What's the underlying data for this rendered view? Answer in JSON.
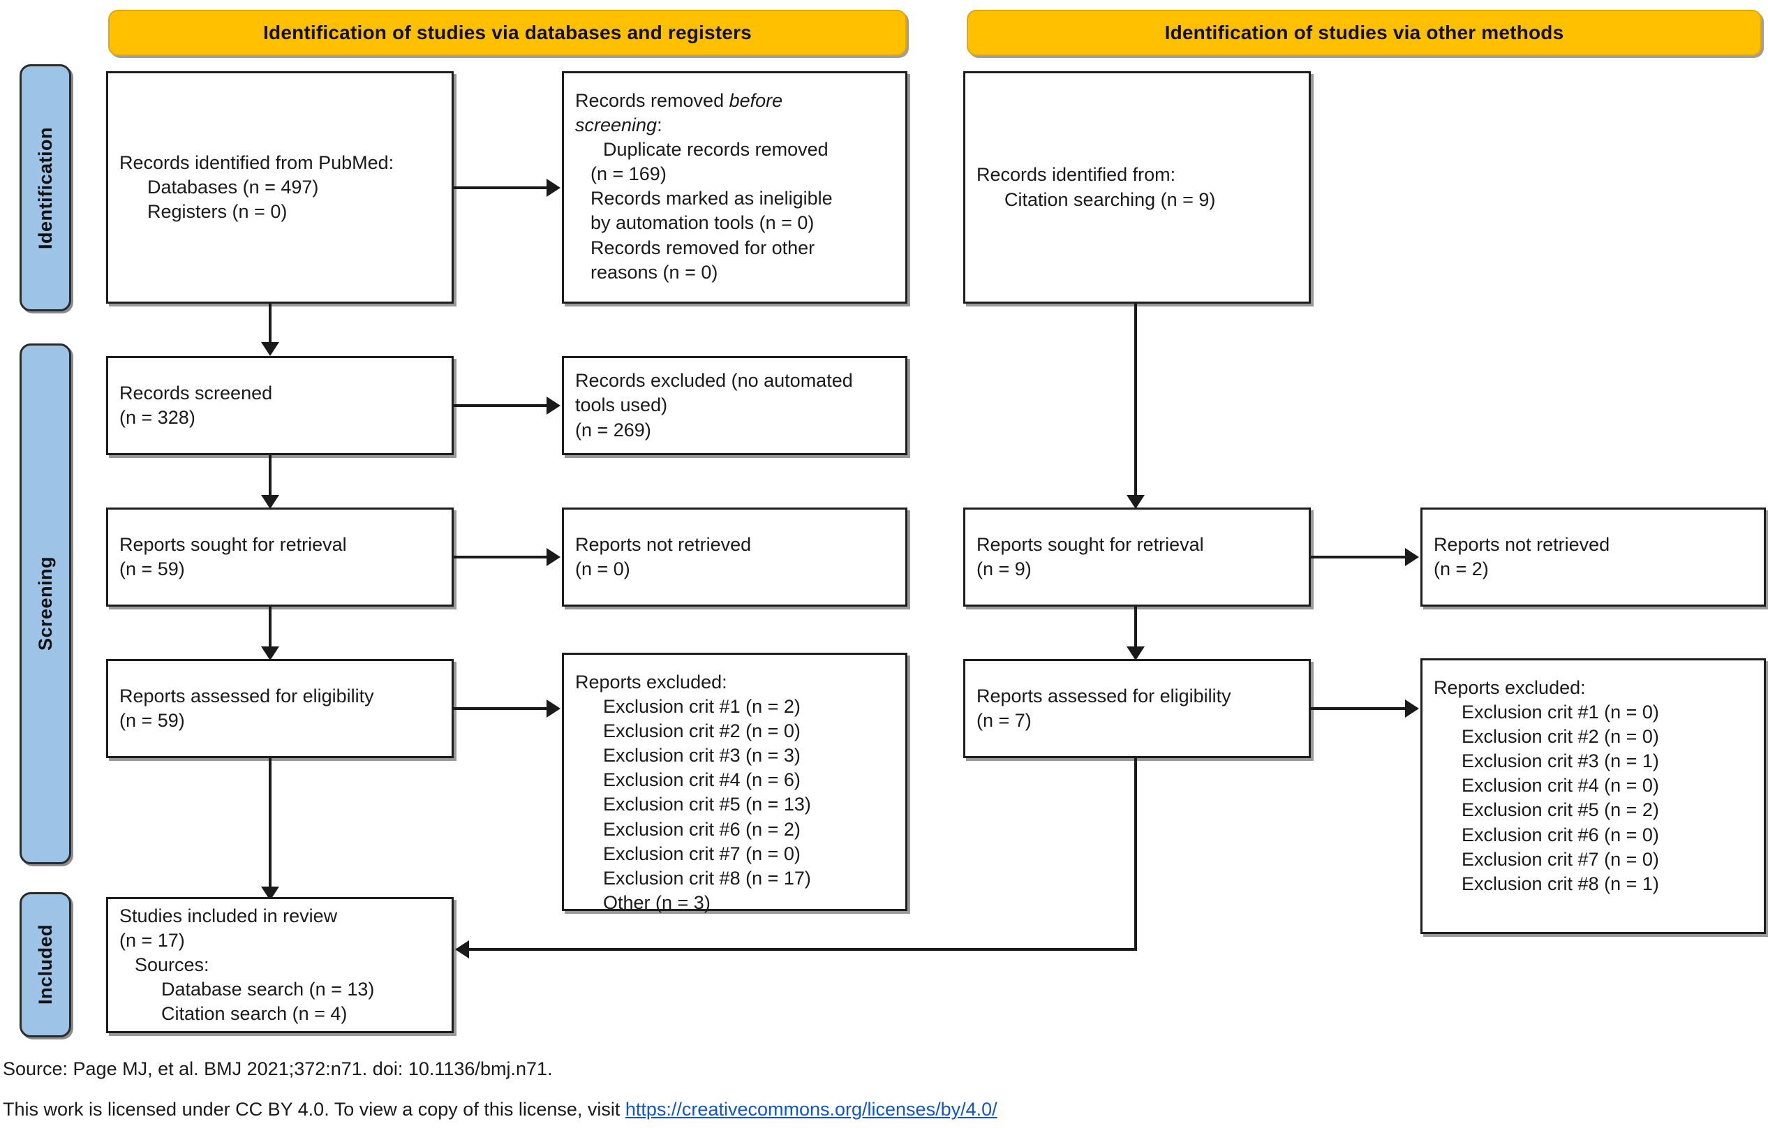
{
  "diagram": {
    "title": "PRISMA 2020 flow diagram",
    "colors": {
      "header_orange": "#FFC000",
      "stage_blue": "#9DC3E6",
      "box_border": "#1D1D1D",
      "link_blue": "#1155CC"
    }
  },
  "stages": [
    {
      "id": "identification",
      "label": "Identification"
    },
    {
      "id": "screening",
      "label": "Screening"
    },
    {
      "id": "included",
      "label": "Included"
    }
  ],
  "columns": [
    {
      "id": "databases",
      "header": "Identification of studies via databases and registers"
    },
    {
      "id": "other",
      "header": "Identification of studies via other methods"
    }
  ],
  "boxes": {
    "records_identified": {
      "lines": [
        "Records identified from PubMed:",
        "Databases (n = 497)",
        "Registers (n = 0)"
      ]
    },
    "records_removed": {
      "heading_a": "Records removed ",
      "heading_b": "before",
      "heading_c": "screening",
      "heading_d": ":",
      "lines": [
        "Duplicate records removed",
        "(n = 169)",
        "Records marked as ineligible",
        "by automation tools (n = 0)",
        "Records removed for other",
        "reasons (n = 0)"
      ]
    },
    "records_screened": {
      "lines": [
        "Records screened",
        "(n = 328)"
      ]
    },
    "records_excluded": {
      "lines": [
        "Records excluded (no automated",
        "tools used)",
        "(n = 269)"
      ]
    },
    "reports_sought_left": {
      "lines": [
        "Reports sought for retrieval",
        "(n = 59)"
      ]
    },
    "reports_not_retrieved_left": {
      "lines": [
        "Reports not retrieved",
        "(n = 0)"
      ]
    },
    "reports_assessed_left": {
      "lines": [
        "Reports assessed for eligibility",
        "(n = 59)"
      ]
    },
    "reports_excluded_left": {
      "heading": "Reports excluded:",
      "lines": [
        "Exclusion crit #1 (n = 2)",
        "Exclusion crit #2 (n = 0)",
        "Exclusion crit #3 (n = 3)",
        "Exclusion crit #4 (n = 6)",
        "Exclusion crit #5 (n = 13)",
        "Exclusion crit #6 (n = 2)",
        "Exclusion crit #7 (n = 0)",
        "Exclusion crit #8 (n = 17)",
        "Other (n = 3)"
      ]
    },
    "studies_included": {
      "lines": [
        "Studies included in review",
        "(n = 17)",
        "Sources:",
        "Database search (n = 13)",
        "Citation search (n = 4)"
      ]
    },
    "records_identified_other": {
      "lines": [
        "Records identified from:",
        "Citation searching (n = 9)"
      ]
    },
    "reports_sought_right": {
      "lines": [
        "Reports sought for retrieval",
        "(n = 9)"
      ]
    },
    "reports_not_retrieved_right": {
      "lines": [
        "Reports not retrieved",
        "(n = 2)"
      ]
    },
    "reports_assessed_right": {
      "lines": [
        "Reports assessed for eligibility",
        "(n = 7)"
      ]
    },
    "reports_excluded_right": {
      "heading": "Reports excluded:",
      "lines": [
        "Exclusion crit #1 (n = 0)",
        "Exclusion crit #2 (n = 0)",
        "Exclusion crit #3 (n = 1)",
        "Exclusion crit #4 (n = 0)",
        "Exclusion crit #5 (n = 2)",
        "Exclusion crit #6 (n = 0)",
        "Exclusion crit #7 (n = 0)",
        "Exclusion crit #8 (n = 1)"
      ]
    }
  },
  "footer": {
    "source": "Source: Page MJ, et al. BMJ 2021;372:n71. doi: 10.1136/bmj.n71.",
    "license_text": "This work is licensed under CC BY 4.0. To view a copy of this license, visit ",
    "license_url": "https://creativecommons.org/licenses/by/4.0/"
  }
}
